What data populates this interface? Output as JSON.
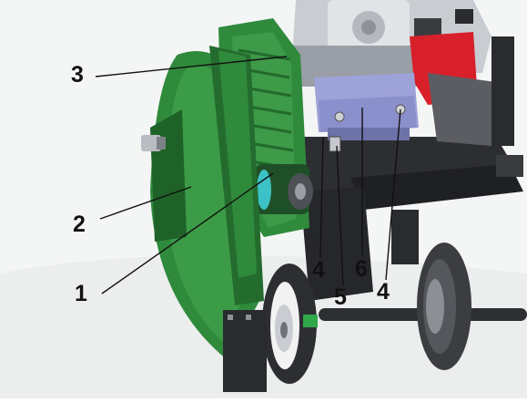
{
  "diagram": {
    "colors": {
      "background": "#ffffff",
      "floor_shadow": "#e6e8e8",
      "guard_green": "#2f8a3c",
      "guard_green_dark": "#1e5e28",
      "guard_green_light": "#4fae5a",
      "engine_grey": "#9a9ea6",
      "engine_light": "#d4d6da",
      "bracket_blue": "#9da2d8",
      "red_part": "#d8202a",
      "frame_dark": "#2a2b2e",
      "tire": "#3c3d40",
      "leader_line": "#111111"
    },
    "callouts": [
      {
        "id": "callout-3",
        "label": "3"
      },
      {
        "id": "callout-2",
        "label": "2"
      },
      {
        "id": "callout-1",
        "label": "1"
      },
      {
        "id": "callout-4-left",
        "label": "4"
      },
      {
        "id": "callout-5",
        "label": "5"
      },
      {
        "id": "callout-6",
        "label": "6"
      },
      {
        "id": "callout-4-right",
        "label": "4"
      }
    ]
  }
}
